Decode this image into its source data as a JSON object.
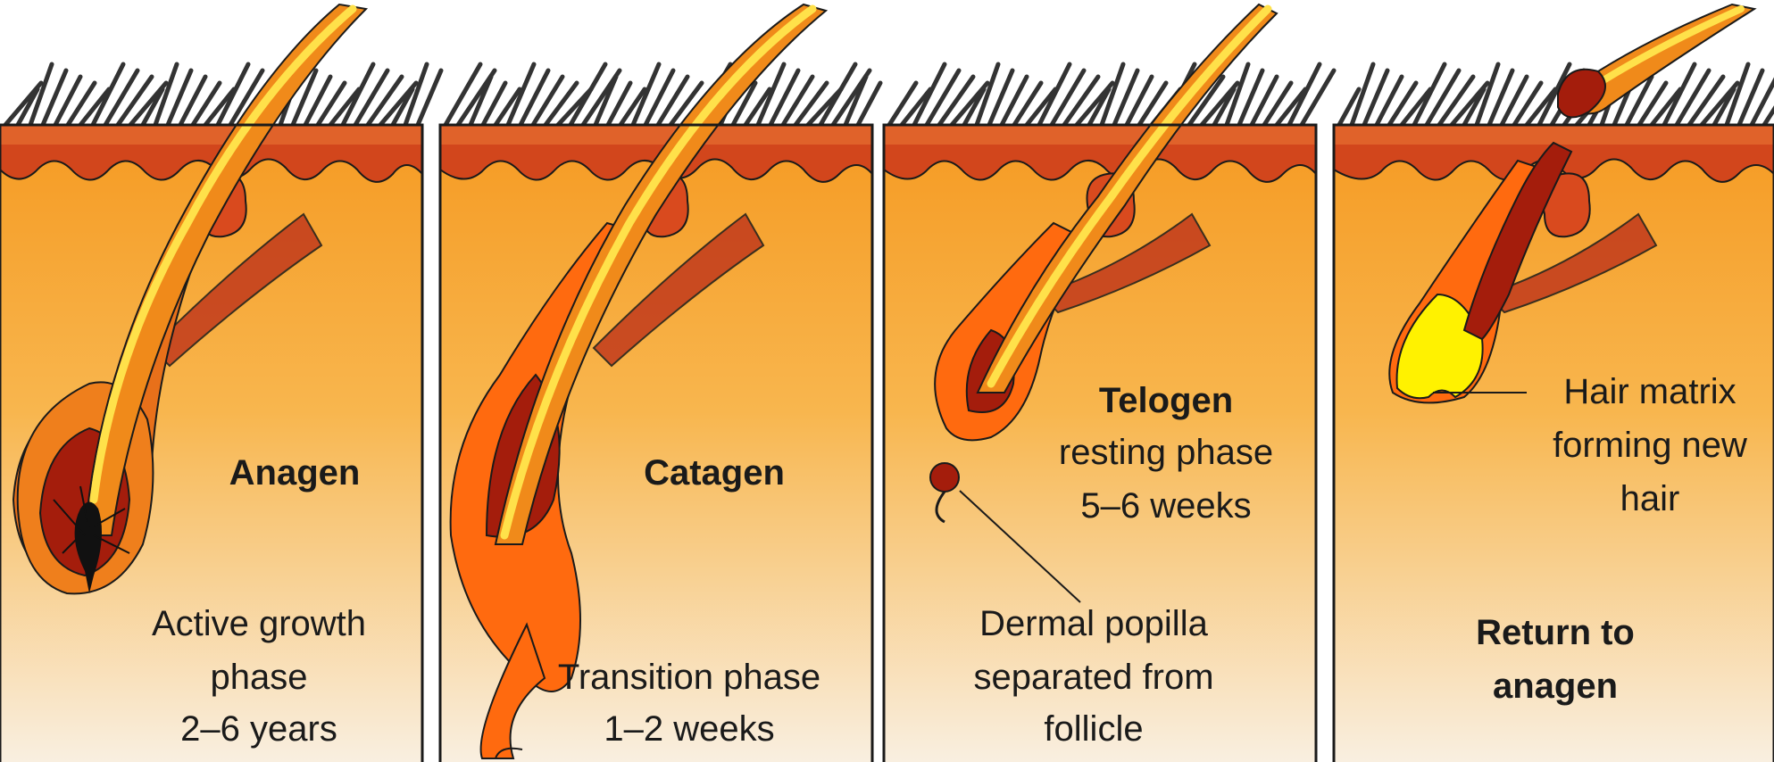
{
  "colors": {
    "skin_top": "#f58b2a",
    "dermis_top": "#f7a532",
    "dermis_bottom": "#f8ecd8",
    "epidermis": "#d94a1e",
    "epidermis_dark": "#b83214",
    "hair_outer": "#f08a1a",
    "hair_dark": "#a81f0e",
    "hair_core": "#ffe14a",
    "follicle": "#ff6a0f",
    "matrix": "#fff200",
    "outline": "#1a1a1a"
  },
  "panels": [
    {
      "title": "Anagen",
      "lines": [
        "Active growth",
        "phase",
        "2–6 years"
      ]
    },
    {
      "title": "Catagen",
      "lines": [
        "Transition phase",
        "1–2 weeks"
      ]
    },
    {
      "title": "Telogen",
      "lines": [
        "resting phase",
        "5–6 weeks"
      ],
      "callout": [
        "Dermal popilla",
        "separated from",
        "follicle"
      ]
    },
    {
      "title": "Return to",
      "title2": "anagen",
      "callout": [
        "Hair matrix",
        "forming new",
        "hair"
      ]
    }
  ]
}
